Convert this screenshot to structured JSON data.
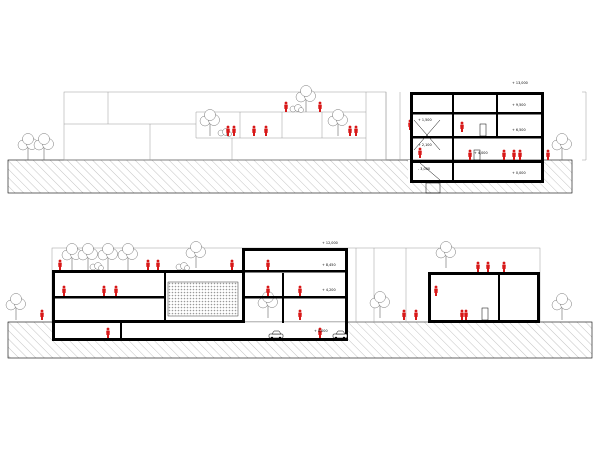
{
  "colors": {
    "background": "#ffffff",
    "line": "#000000",
    "figure": "#d81818",
    "ghost": "#9a9a9a"
  },
  "section_top": {
    "levels": [
      "+ 13,000",
      "+ 9,500",
      "+ 6,500",
      "+ 4,000",
      "+ 2,100",
      "+ 1,500",
      "+ 0,000",
      "- 3,000"
    ]
  },
  "section_bottom": {
    "levels": [
      "+ 12,000",
      "+ 8,450",
      "+ 4,200",
      "+ 0,000"
    ]
  }
}
